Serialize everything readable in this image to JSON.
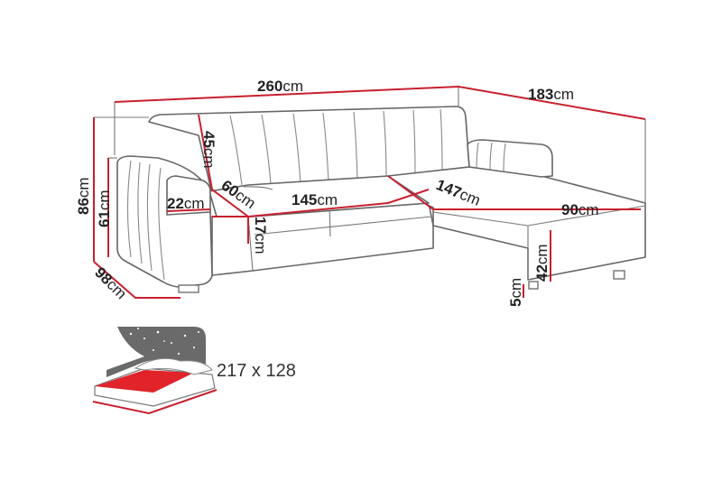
{
  "dimensions": {
    "total_width": {
      "value": "260",
      "unit": "cm"
    },
    "chaise_depth": {
      "value": "183",
      "unit": "cm"
    },
    "total_height": {
      "value": "86",
      "unit": "cm"
    },
    "armrest_height": {
      "value": "61",
      "unit": "cm"
    },
    "depth": {
      "value": "98",
      "unit": "cm"
    },
    "backrest_height": {
      "value": "45",
      "unit": "cm"
    },
    "seat_depth": {
      "value": "60",
      "unit": "cm"
    },
    "armrest_width": {
      "value": "22",
      "unit": "cm"
    },
    "seat_width": {
      "value": "145",
      "unit": "cm"
    },
    "cushion_height": {
      "value": "17",
      "unit": "cm"
    },
    "chaise_length": {
      "value": "147",
      "unit": "cm"
    },
    "chaise_width": {
      "value": "90",
      "unit": "cm"
    },
    "seat_height": {
      "value": "42",
      "unit": "cm"
    },
    "leg_height": {
      "value": "5",
      "unit": "cm"
    }
  },
  "sleeping_area": {
    "label": "217 x 128"
  },
  "colors": {
    "dimension_line": "#c8202e",
    "outline": "#666666",
    "bed_icon_gray": "#6a6a6a",
    "bed_icon_red": "#e0242a"
  }
}
